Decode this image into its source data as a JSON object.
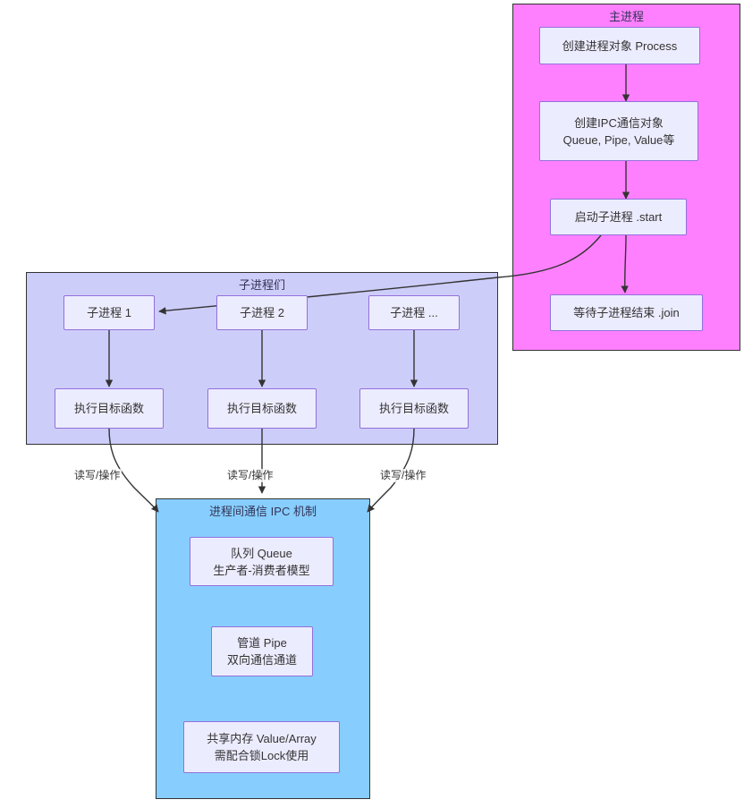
{
  "diagram": {
    "type": "flowchart",
    "clusters": [
      {
        "id": "main",
        "title": "主进程"
      },
      {
        "id": "children",
        "title": "子进程们"
      },
      {
        "id": "ipc",
        "title": "进程间通信 IPC 机制"
      }
    ],
    "nodes": {
      "create_process": {
        "line1": "创建进程对象 Process"
      },
      "create_ipc": {
        "line1": "创建IPC通信对象",
        "line2": "Queue, Pipe, Value等"
      },
      "start": {
        "line1": "启动子进程 .start"
      },
      "join": {
        "line1": "等待子进程结束 .join"
      },
      "child1": {
        "line1": "子进程 1"
      },
      "child2": {
        "line1": "子进程 2"
      },
      "child3": {
        "line1": "子进程 ..."
      },
      "target_fn_1": {
        "line1": "执行目标函数"
      },
      "target_fn_2": {
        "line1": "执行目标函数"
      },
      "target_fn_3": {
        "line1": "执行目标函数"
      },
      "queue": {
        "line1": "队列 Queue",
        "line2": "生产者-消费者模型"
      },
      "pipe": {
        "line1": "管道 Pipe",
        "line2": "双向通信通道"
      },
      "shared_memory": {
        "line1": "共享内存 Value/Array",
        "line2": "需配合锁Lock使用"
      }
    },
    "edge_labels": {
      "rw1": "读写/操作",
      "rw2": "读写/操作",
      "rw3": "读写/操作"
    },
    "colors": {
      "cluster_main_bg": "#ff80ff",
      "cluster_children_bg": "#cdcdfa",
      "cluster_ipc_bg": "#87ceff",
      "node_bg": "#ececff",
      "node_border": "#9370db",
      "cluster_border": "#333333",
      "edge_stroke": "#333333",
      "text": "#333333",
      "title_text": "#333355"
    }
  }
}
